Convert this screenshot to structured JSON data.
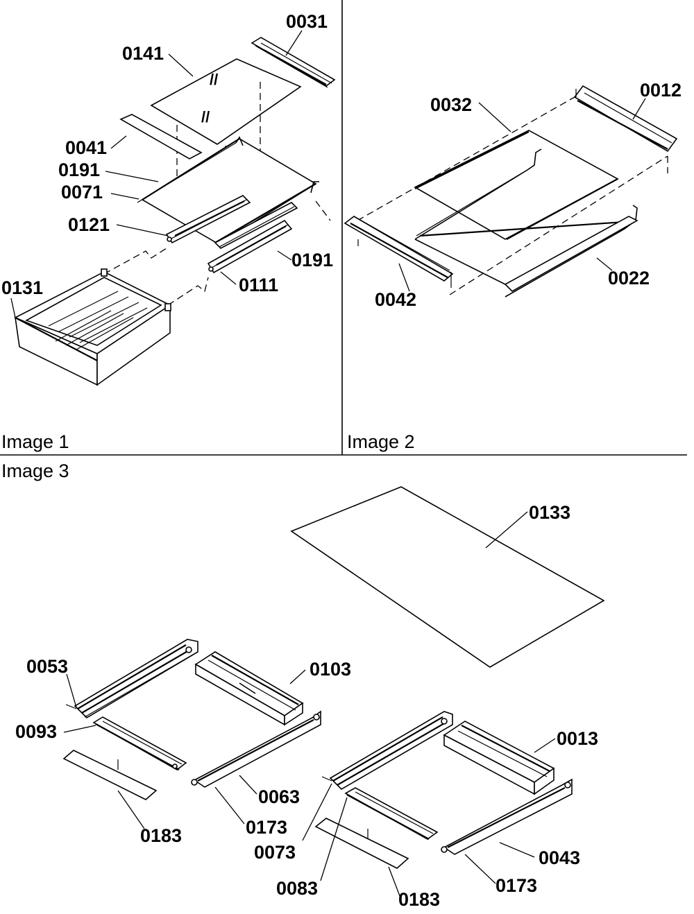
{
  "panels": {
    "image1": {
      "label": "Image 1",
      "parts": [
        "0141",
        "0031",
        "0041",
        "0191",
        "0071",
        "0121",
        "0191",
        "0111",
        "0131"
      ]
    },
    "image2": {
      "label": "Image 2",
      "parts": [
        "0032",
        "0012",
        "0042",
        "0022"
      ]
    },
    "image3": {
      "label": "Image 3",
      "parts": [
        "0133",
        "0053",
        "0103",
        "0093",
        "0063",
        "0183",
        "0173",
        "0013",
        "0073",
        "0043",
        "0083",
        "0183",
        "0173"
      ]
    }
  }
}
